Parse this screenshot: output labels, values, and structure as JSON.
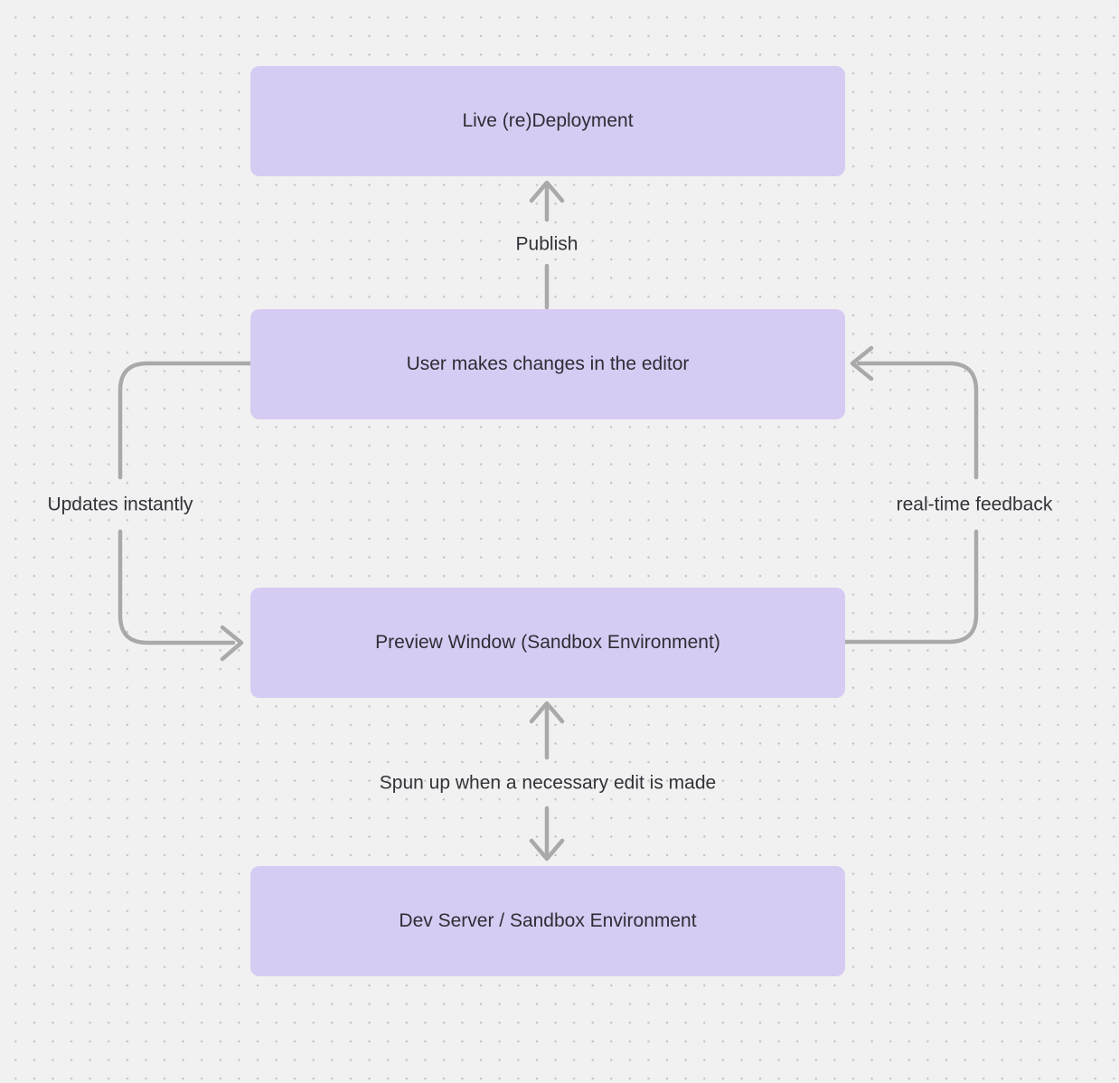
{
  "canvas": {
    "background_color": "#f2f1f1",
    "dot_color": "#c4c3c4",
    "node_fill_color": "#d6ccf3",
    "edge_color": "#a9a9a9",
    "text_color": "#2e2d35"
  },
  "diagram": {
    "nodes": [
      {
        "id": "live-redeployment",
        "label": "Live (re)Deployment"
      },
      {
        "id": "user-editor",
        "label": "User makes changes in the editor"
      },
      {
        "id": "preview-window",
        "label": "Preview Window (Sandbox Environment)"
      },
      {
        "id": "dev-server",
        "label": "Dev Server / Sandbox Environment"
      }
    ],
    "edges": [
      {
        "from": "user-editor",
        "to": "live-redeployment",
        "label": "Publish",
        "arrow": "up"
      },
      {
        "from": "user-editor",
        "to": "preview-window",
        "label": "Updates instantly",
        "side": "left",
        "arrow": "into-preview-window"
      },
      {
        "from": "preview-window",
        "to": "user-editor",
        "label": "real-time feedback",
        "side": "right",
        "arrow": "into-user-editor"
      },
      {
        "from": "preview-window",
        "to": "dev-server",
        "label": "Spun up when a necessary edit is made",
        "arrow": "both"
      }
    ]
  }
}
